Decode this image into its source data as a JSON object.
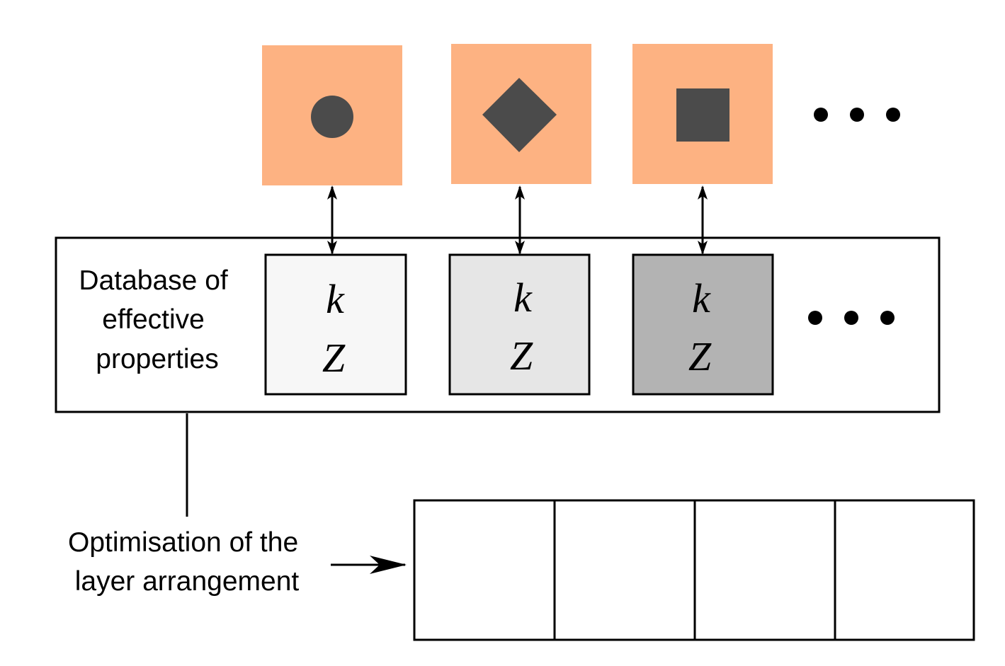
{
  "colors": {
    "unit_cell_fill": "#fdb282",
    "inclusion_fill": "#4b4b4b",
    "property_fill_1": "#f7f7f7",
    "property_fill_2": "#e6e6e6",
    "property_fill_3": "#b3b3b3",
    "stroke": "#000000"
  },
  "unit_cells": [
    {
      "shape": "circle"
    },
    {
      "shape": "diamond"
    },
    {
      "shape": "square"
    }
  ],
  "database": {
    "label_lines": [
      "Database of",
      "effective",
      "properties"
    ],
    "entries": [
      {
        "k": "k",
        "z": "Z"
      },
      {
        "k": "k",
        "z": "Z"
      },
      {
        "k": "k",
        "z": "Z"
      }
    ]
  },
  "optimisation": {
    "label_lines": [
      "Optimisation of the",
      "layer arrangement"
    ],
    "layer_count": 4
  }
}
